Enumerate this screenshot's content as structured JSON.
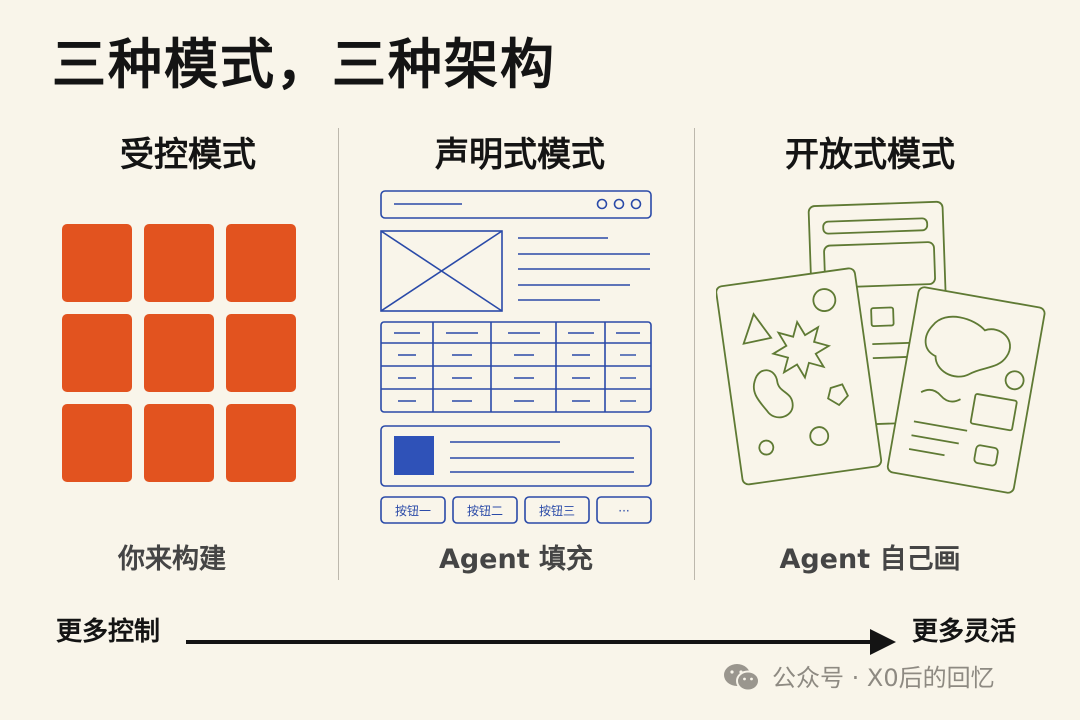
{
  "page_title": "三种模式，三种架构",
  "columns": [
    {
      "title": "受控模式",
      "caption": "你来构建"
    },
    {
      "title": "声明式模式",
      "caption": "Agent 填充"
    },
    {
      "title": "开放式模式",
      "caption": "Agent 自己画"
    }
  ],
  "declarative_buttons": [
    "按钮一",
    "按钮二",
    "按钮三",
    "···"
  ],
  "scale": {
    "left": "更多控制",
    "right": "更多灵活"
  },
  "watermark": {
    "text": "公众号 · X0后的回忆",
    "icon": "wechat-icon"
  },
  "colors": {
    "controlled": "#e2531f",
    "declarative": "#2a4aa8",
    "open": "#5f7a34",
    "background": "#f9f5ea"
  }
}
